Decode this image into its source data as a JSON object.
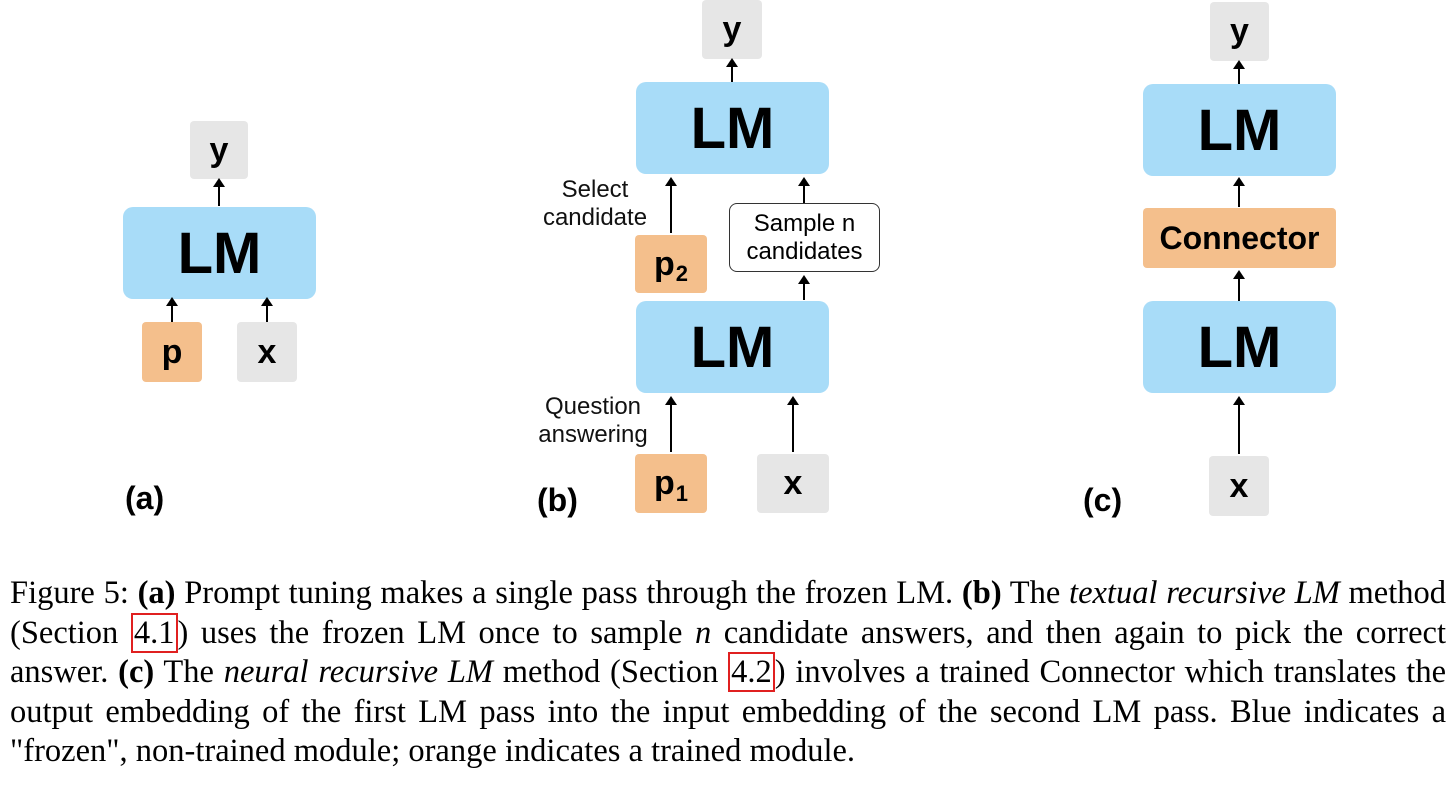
{
  "panels": {
    "a": {
      "label": "(a)",
      "output": "y",
      "model": "LM",
      "prompt": "p",
      "input": "x"
    },
    "b": {
      "label": "(b)",
      "output": "y",
      "model_top": "LM",
      "model_bottom": "LM",
      "prompt_top": "p",
      "prompt_top_sub": "2",
      "prompt_bottom": "p",
      "prompt_bottom_sub": "1",
      "input": "x",
      "select_label": "Select\ncandidate",
      "sample_label": "Sample n\ncandidates",
      "qa_label": "Question\nanswering"
    },
    "c": {
      "label": "(c)",
      "output": "y",
      "model_top": "LM",
      "connector": "Connector",
      "model_bottom": "LM",
      "input": "x"
    }
  },
  "caption": {
    "fig_label": "Figure 5: ",
    "a_tag": "(a)",
    "a_text": " Prompt tuning makes a single pass through the frozen LM. ",
    "b_tag": "(b)",
    "b_text1": " The ",
    "b_em": "textual recursive LM",
    "b_text2": " method (Section ",
    "ref1": "4.1",
    "b_text3": ") uses the frozen LM once to sample ",
    "n_var": "n",
    "b_text4": " candidate answers, and then again to pick the correct answer. ",
    "c_tag": "(c)",
    "c_text1": " The ",
    "c_em": "neural recursive LM",
    "c_text2": " method (Section ",
    "ref2": "4.2",
    "c_text3": ") involves a trained Connector which translates the output embedding of the first LM pass into the input embedding of the second LM pass. Blue indicates a \"frozen\", non-trained module; orange indicates a trained module."
  },
  "colors": {
    "frozen": "#a8dcf8",
    "trained": "#f4bf8c",
    "io": "#e6e6e6",
    "ref_box": "#e02020"
  }
}
